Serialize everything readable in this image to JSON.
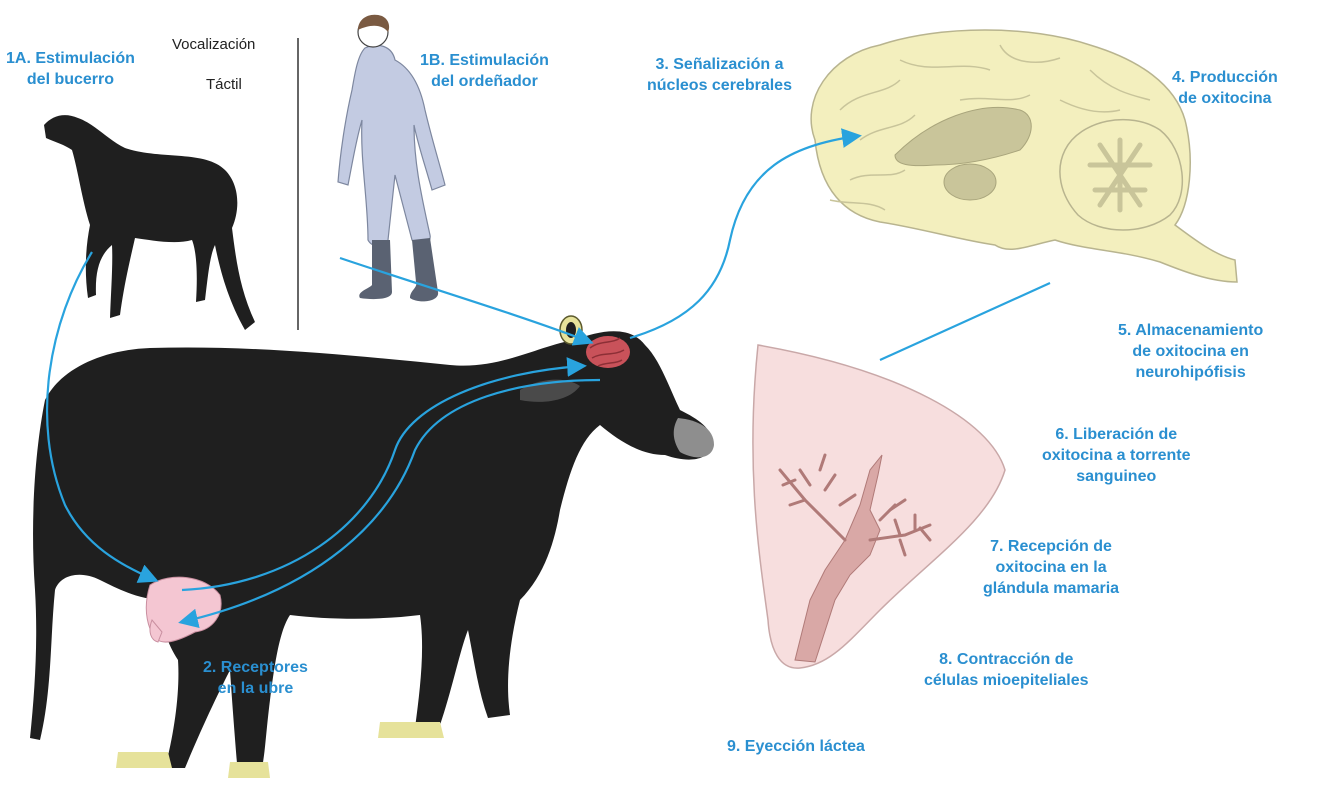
{
  "labels": {
    "step_1a": "1A. Estimulación\ndel bucerro",
    "vocalizacion": "Vocalización",
    "tactil": "Táctil",
    "step_1b": "1B. Estimulación\ndel ordeñador",
    "step_3": "3. Señalización a\nnúcleos cerebrales",
    "step_4": "4. Producción\nde oxitocina",
    "step_5": "5. Almacenamiento\nde oxitocina en\nneurohipófisis",
    "step_6": "6. Liberación de\noxitocina a torrente\nsanguineo",
    "step_7": "7. Recepción de\noxitocina en la\nglándula mamaria",
    "step_8": "8. Contracción de\ncélulas mioepiteliales",
    "step_2": "2. Receptores\nen la ubre",
    "step_9": "9. Eyección láctea"
  },
  "colors": {
    "label_blue": "#2a8fd0",
    "arrow_blue": "#29a3de",
    "cow_black": "#1f1f1f",
    "brain_yellow": "#f3efbe",
    "brain_inner": "#c9c59a",
    "udder_pink": "#f7dede",
    "gland_pink": "#d9a8a6",
    "coverall_blue": "#c3cbe2",
    "boot_grey": "#5a6272",
    "hypothalamus_red": "#c9525a"
  },
  "icons": {
    "calf": "calf-figure",
    "milker": "milker-figure",
    "cow": "cow-figure",
    "brain": "brain-figure",
    "gland": "mammary-gland-figure"
  }
}
